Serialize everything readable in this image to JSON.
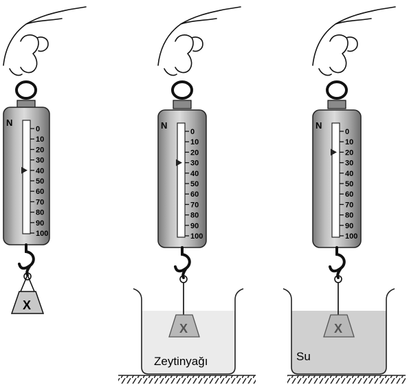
{
  "unit": "N",
  "scale_ticks": [
    "0",
    "10",
    "20",
    "30",
    "40",
    "50",
    "60",
    "70",
    "80",
    "90",
    "100"
  ],
  "object_label": "X",
  "setups": [
    {
      "reading": 40,
      "liquid_label": ""
    },
    {
      "reading": 30,
      "liquid_label": "Zeytinyağı"
    },
    {
      "reading": 20,
      "liquid_label": "Su"
    }
  ],
  "colors": {
    "water": "#d0d0d0",
    "oil": "#ebebeb",
    "outline": "#222222",
    "weight": "#c8c8c8",
    "weight_submerged": "#b8b8b8"
  }
}
